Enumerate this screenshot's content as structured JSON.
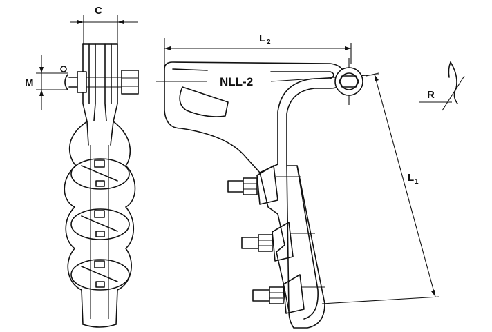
{
  "labels": {
    "c": "C",
    "m": "M",
    "l2_main": "L",
    "l2_sub": "2",
    "l1_main": "L",
    "l1_sub": "1",
    "r": "R",
    "model": "NLL-2"
  },
  "colors": {
    "line": "#111111",
    "background": "#ffffff"
  }
}
